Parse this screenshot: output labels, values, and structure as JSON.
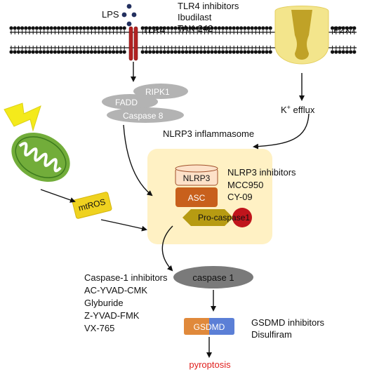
{
  "colors": {
    "membrane_head": "#111111",
    "tlr4": "#b22222",
    "p2x7_outer": "#f3e58c",
    "p2x7_inner": "#c0a227",
    "grey_node": "#b3b3b3",
    "inflammasome_bg": "#fff1c4",
    "nlrp3_fill": "#fde1c8",
    "asc_fill": "#c8601c",
    "procasp_fill": "#b79b12",
    "procasp_ball": "#c0151c",
    "mito_green": "#72ad3a",
    "mtros_fill": "#efd21f",
    "lightning": "#f4ea1b",
    "caspase1_fill": "#7a7a7a",
    "gsdm_orange": "#e0893b",
    "gsdm_blue": "#5b7fd6",
    "pyroptosis_text": "#e0201e"
  },
  "icons": [
    "lps-dots-icon",
    "tlr4-receptor-icon",
    "p2x7-channel-icon",
    "mitochondrion-icon",
    "lightning-icon"
  ],
  "labels": {
    "lps": "LPS",
    "tlr4": "TLR4",
    "tlr4_inhibitors": [
      "TLR4 inhibitors",
      "Ibudilast",
      "TAK-242"
    ],
    "p2x7": "P2X7",
    "ripk1": "RIPK1",
    "fadd": "FADD",
    "caspase8": "Caspase 8",
    "k_efflux_base": "K",
    "k_efflux_sup": "+",
    "k_efflux_rest": " efflux",
    "nlrp3_inflammasome": "NLRP3 inflammasome",
    "nlrp3": "NLRP3",
    "asc": "ASC",
    "procaspase1": "Pro-caspase1",
    "nlrp3_inhibitors": [
      "NLRP3 inhibitors",
      "MCC950",
      "CY-09"
    ],
    "mtros": "mtROS",
    "caspase1": "caspase 1",
    "caspase1_inhibitors": [
      "Caspase-1 inhibitors",
      "AC-YVAD-CMK",
      "Glyburide",
      "Z-YVAD-FMK",
      "VX-765"
    ],
    "gsdmd": "GSDMD",
    "gsdmd_inhibitors": [
      "GSDMD inhibitors",
      "Disulfiram"
    ],
    "pyroptosis": "pyroptosis"
  }
}
